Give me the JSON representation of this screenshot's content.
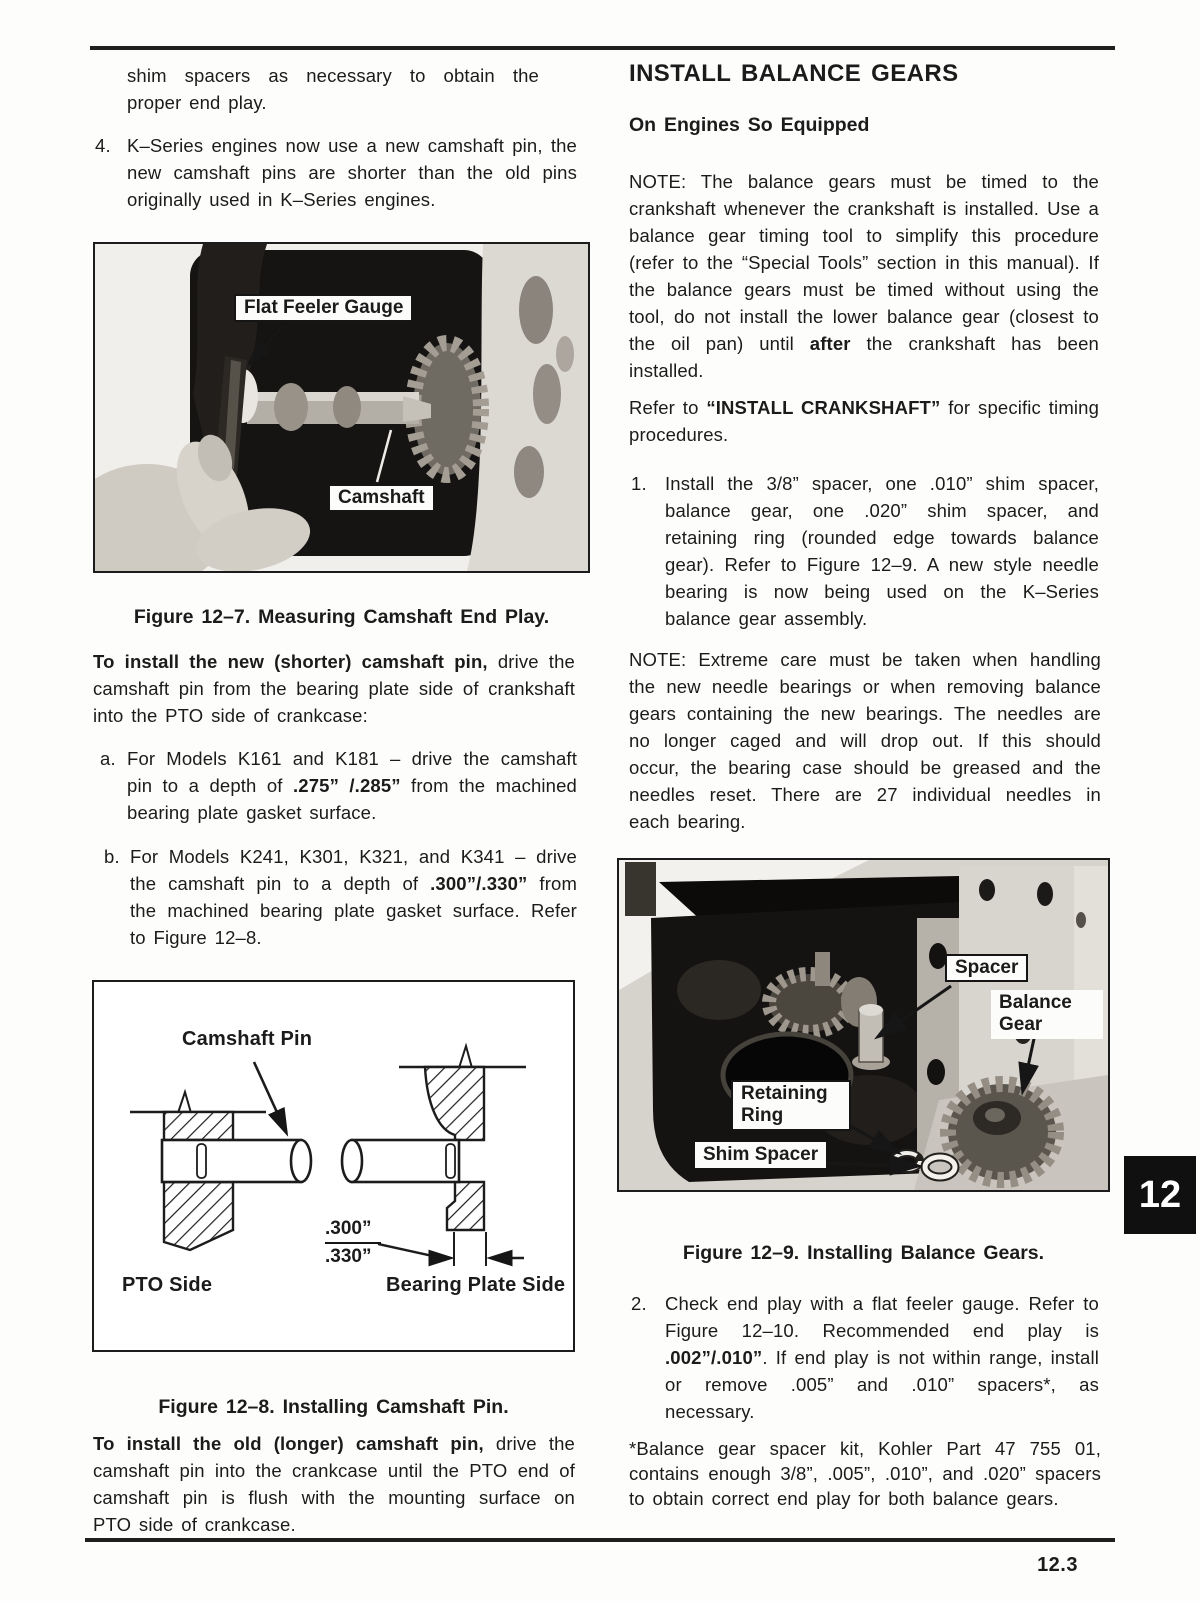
{
  "page": {
    "number": "12.3",
    "section_tab": "12"
  },
  "left": {
    "p1": "shim spacers as necessary to obtain the proper end play.",
    "item4": {
      "marker": "4.",
      "text": "K–Series engines now use a new camshaft pin, the new camshaft pins are shorter than the old pins originally used in K–Series engines."
    },
    "fig7": {
      "label_feeler_gauge": "Flat Feeler Gauge",
      "label_camshaft": "Camshaft",
      "caption": "Figure 12–7. Measuring Camshaft End Play."
    },
    "p2": {
      "bold": "To install the new (shorter) camshaft pin,",
      "rest": " drive the camshaft pin from the bearing plate side of crankshaft into the PTO side of crankcase:"
    },
    "item_a": {
      "marker": "a.",
      "pre": "For Models K161 and K181 – drive the camshaft pin to a depth of ",
      "bold": ".275” /.285”",
      "post": " from the machined bearing plate gasket surface."
    },
    "item_b": {
      "marker": "b.",
      "pre": "For Models K241, K301, K321, and K341 – drive the camshaft pin to a depth of ",
      "bold": ".300”/.330”",
      "post": " from the machined bearing plate gasket surface. Refer to Figure 12–8."
    },
    "fig8": {
      "label_camshaft_pin": "Camshaft Pin",
      "dim_top": ".300”",
      "dim_bottom": ".330”",
      "label_pto_side": "PTO Side",
      "label_bearing_plate_side": "Bearing Plate Side",
      "caption": "Figure 12–8. Installing Camshaft Pin."
    },
    "p3": {
      "bold": "To install the old (longer) camshaft pin,",
      "rest": " drive the camshaft pin into the crankcase until the PTO end of camshaft pin is flush with the mounting surface on PTO side of crankcase."
    }
  },
  "right": {
    "heading": "INSTALL BALANCE GEARS",
    "subheading": "On Engines So Equipped",
    "note1": {
      "pre": "NOTE: The balance gears must be timed to the crankshaft whenever the crankshaft is installed. Use a balance gear timing tool to simplify this procedure (refer to the “Special Tools” section in this manual). If the balance gears must be timed without using the tool, do not install the lower balance gear (closest to the oil pan) until ",
      "bold": "after",
      "post": " the crankshaft has been installed."
    },
    "p_refer": {
      "pre": "Refer to ",
      "bold": "“INSTALL CRANKSHAFT”",
      "post": " for specific timing procedures."
    },
    "item1": {
      "marker": "1.",
      "text": "Install the 3/8” spacer, one .010” shim spacer, balance gear, one .020” shim spacer, and retaining ring (rounded edge towards balance gear). Refer to Figure 12–9. A new style needle bearing is now being used on the K–Series balance gear assembly."
    },
    "note2": "NOTE: Extreme care must be taken when handling the new needle bearings or when removing balance gears containing the new bearings. The needles are no longer caged and will drop out. If this should occur, the bearing case should be greased and the needles reset. There are 27 individual needles in each bearing.",
    "fig9": {
      "label_spacer": "Spacer",
      "label_balance_gear": "Balance Gear",
      "label_retaining_ring": "Retaining Ring",
      "label_shim_spacer": "Shim Spacer",
      "caption": "Figure 12–9. Installing Balance Gears."
    },
    "item2": {
      "marker": "2.",
      "pre": "Check end play with a flat feeler gauge. Refer to Figure 12–10. Recommended end play is ",
      "bold": ".002”/.010”",
      "post": ". If end play is not within range, install or remove .005” and .010” spacers*, as necessary."
    },
    "footnote": "*Balance gear spacer kit, Kohler Part 47 755 01, contains enough 3/8”, .005”, .010”, and .020” spacers to obtain correct end play for both balance gears."
  },
  "colors": {
    "ink": "#1b1b1b",
    "paper": "#fdfdfc",
    "tab_bg": "#101010"
  }
}
